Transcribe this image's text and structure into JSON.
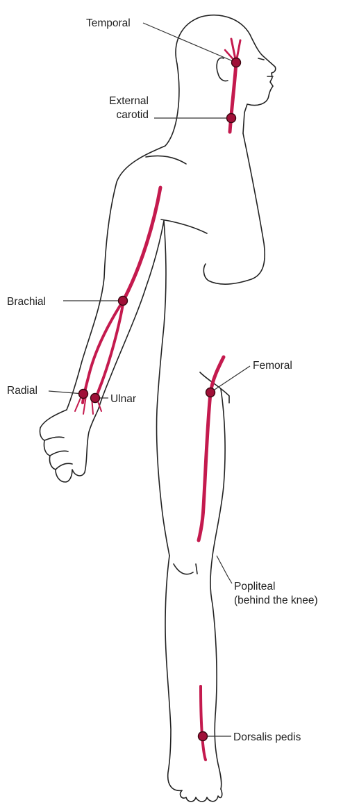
{
  "diagram": {
    "colors": {
      "artery": "#c41a4e",
      "pulse_point": "#a01038",
      "outline": "#222222",
      "label_text": "#222222"
    },
    "pulse_points": [
      {
        "id": "temporal",
        "lines": [
          "Temporal"
        ]
      },
      {
        "id": "external-carotid",
        "lines": [
          "External",
          "carotid"
        ]
      },
      {
        "id": "brachial",
        "lines": [
          "Brachial"
        ]
      },
      {
        "id": "radial",
        "lines": [
          "Radial"
        ]
      },
      {
        "id": "ulnar",
        "lines": [
          "Ulnar"
        ]
      },
      {
        "id": "femoral",
        "lines": [
          "Femoral"
        ]
      },
      {
        "id": "popliteal",
        "lines": [
          "Popliteal",
          "(behind the knee)"
        ]
      },
      {
        "id": "dorsalis-pedis",
        "lines": [
          "Dorsalis pedis"
        ]
      }
    ]
  }
}
